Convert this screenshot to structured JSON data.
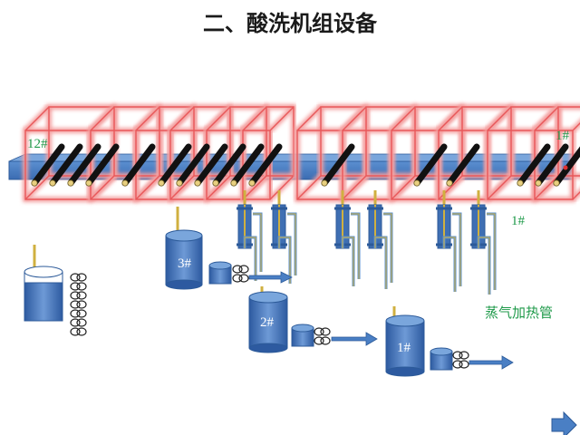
{
  "title": "二、酸洗机组设备",
  "tanks": {
    "tank3": "3#",
    "tank2": "2#",
    "tank1": "1#"
  },
  "line_labels": {
    "entry": "12#",
    "exit": "1#",
    "heater": "1#"
  },
  "steam_label": "蒸气加热管",
  "colors": {
    "title": "#1a1a1a",
    "tank_blue": "#3f6fb3",
    "frame_red": "#e8585a",
    "label_green": "#1f9a4a"
  },
  "icons": [
    "next-arrow-icon",
    "pump-icon",
    "coil-icon"
  ]
}
